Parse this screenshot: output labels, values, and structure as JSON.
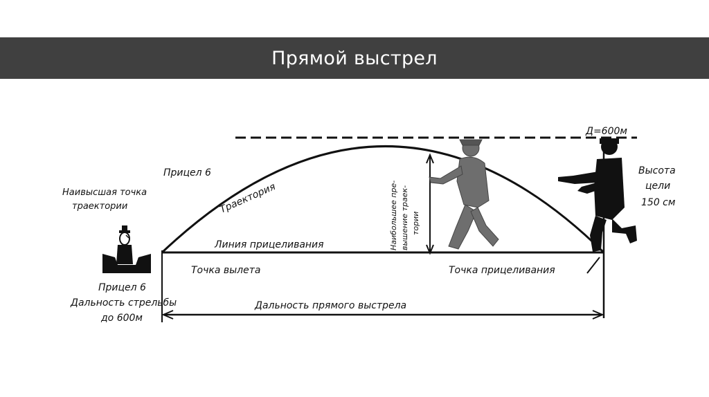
{
  "header": {
    "title": "Прямой выстрел"
  },
  "diagram": {
    "labels": {
      "d600": "Д=600м",
      "target_height_1": "Высота",
      "target_height_2": "цели",
      "target_height_3": "150 см",
      "sight6_top": "Прицел 6",
      "trajectory": "Траектория",
      "highest_point_1": "Наивысшая точка",
      "highest_point_2": "траектории",
      "aim_line": "Линия прицеливания",
      "excess_1": "Наибольшее пре-",
      "excess_2": "вышение траек-",
      "excess_3": "тории",
      "departure_point": "Точка вылета",
      "aim_point": "Точка прицеливания",
      "sight6_bottom": "Прицел 6",
      "range_1": "Дальность стрельбы",
      "range_2": "до 600м",
      "direct_shot_range": "Дальность прямого выстрела"
    }
  },
  "colors": {
    "title_bar": "#404040",
    "title_text": "#ffffff",
    "ink": "#111111"
  }
}
